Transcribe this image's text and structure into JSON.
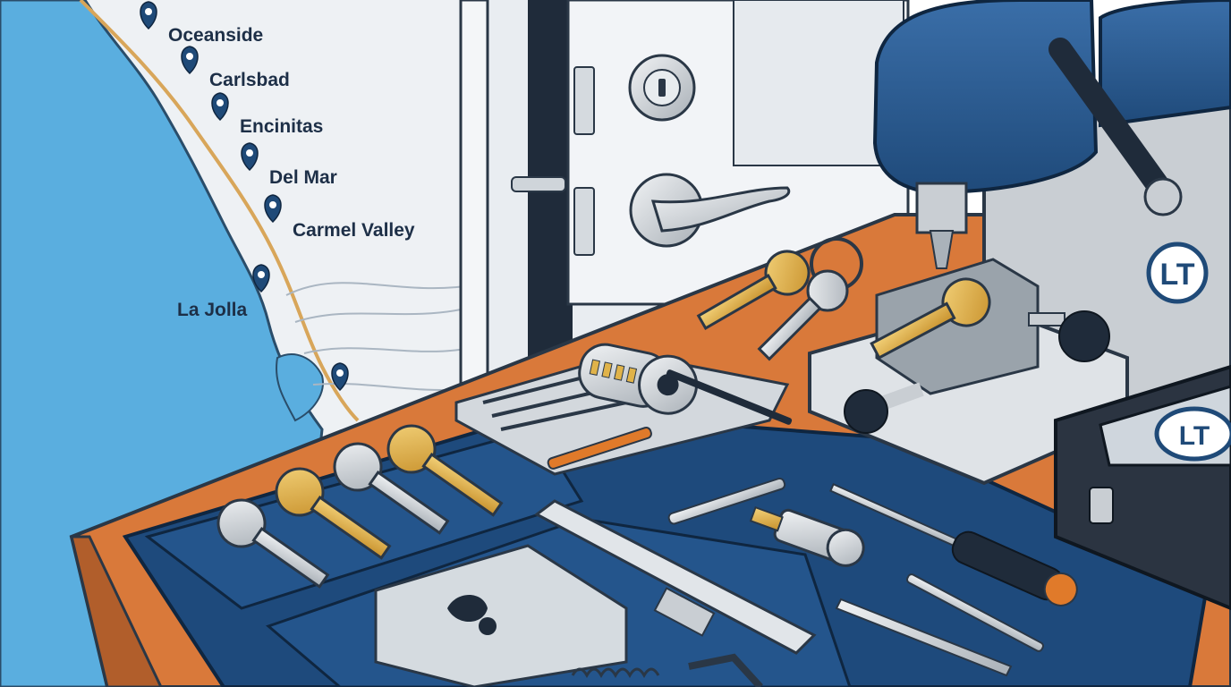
{
  "map": {
    "cities": [
      {
        "name": "Oceanside"
      },
      {
        "name": "Carlsbad"
      },
      {
        "name": "Encinitas"
      },
      {
        "name": "Del Mar"
      },
      {
        "name": "Carmel Valley"
      },
      {
        "name": "La Jolla"
      },
      {
        "name": ""
      }
    ]
  },
  "brand": {
    "logo_text": "LT"
  },
  "colors": {
    "ocean": "#5aaedf",
    "land": "#eef1f4",
    "road": "#d8a65a",
    "pin": "#1f4a78",
    "desk": "#d9793a",
    "mat": "#1e4a7c",
    "machine_blue": "#2a5a94",
    "machine_grey": "#c9ced3",
    "brass": "#e0b34a",
    "silver": "#cdd3d8"
  }
}
